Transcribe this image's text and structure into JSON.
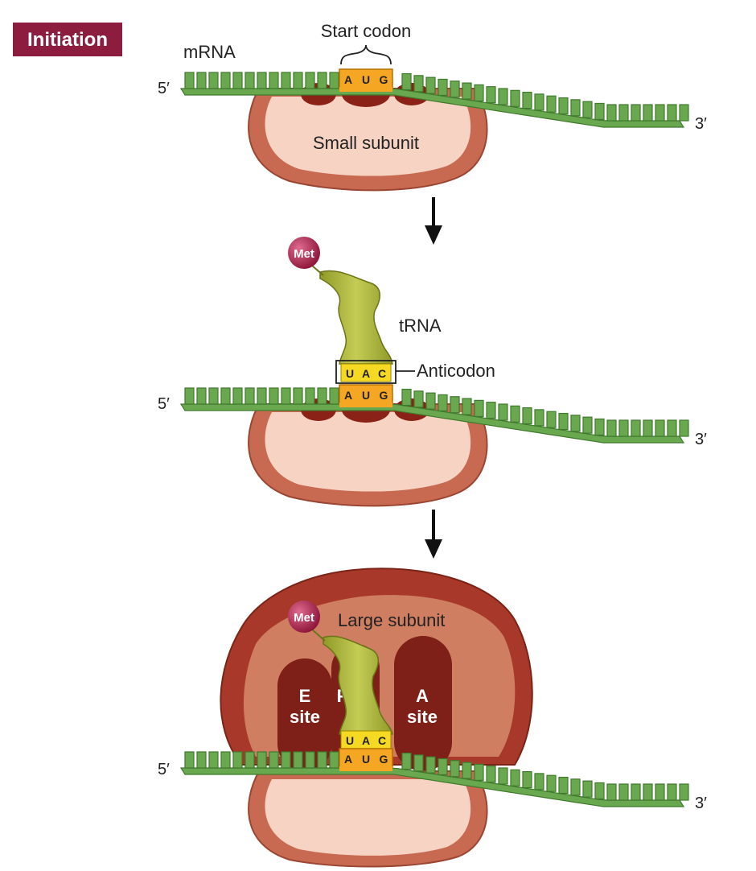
{
  "title": "Initiation",
  "colors": {
    "title_bg": "#8c1d3f",
    "mrna": "#6aa84f",
    "mrna_dark": "#3f7a2c",
    "codon": "#f5a623",
    "small_subunit": "#c86a52",
    "small_subunit_inner": "#f6d3c2",
    "large_subunit": "#a8392a",
    "site_dark": "#7e1f18",
    "trna": "#a9b23a",
    "met": "#a81d4d"
  },
  "panel1": {
    "mrna_label": "mRNA",
    "start_codon_label": "Start codon",
    "five_prime": "5′",
    "three_prime": "3′",
    "codon": [
      "A",
      "U",
      "G"
    ],
    "small_subunit_label": "Small subunit"
  },
  "panel2": {
    "met_label": "Met",
    "trna_label": "tRNA",
    "anticodon_label": "Anticodon",
    "anticodon": [
      "U",
      "A",
      "C"
    ],
    "codon": [
      "A",
      "U",
      "G"
    ],
    "five_prime": "5′",
    "three_prime": "3′"
  },
  "panel3": {
    "met_label": "Met",
    "large_subunit_label": "Large subunit",
    "e_site_line1": "E",
    "e_site_line2": "site",
    "p_site_label": "P",
    "a_site_line1": "A",
    "a_site_line2": "site",
    "anticodon": [
      "U",
      "A",
      "C"
    ],
    "codon": [
      "A",
      "U",
      "G"
    ],
    "five_prime": "5′",
    "three_prime": "3′"
  }
}
